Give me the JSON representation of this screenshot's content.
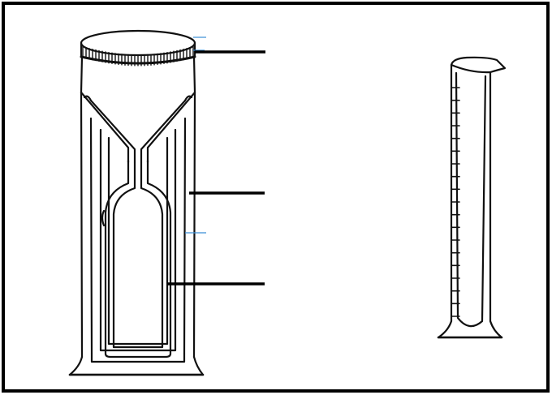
{
  "diagram": {
    "colors": {
      "ink": "#111111",
      "frame": "#000000",
      "leader": "#000000",
      "annotation_tint": "#3a8fd6",
      "background": "#ffffff"
    },
    "apparatus": [
      {
        "id": "rain-gauge",
        "parts": [
          "funnel-rim",
          "funnel",
          "collecting-bottle",
          "outer-container"
        ]
      },
      {
        "id": "measuring-cylinder",
        "parts": [
          "graduations",
          "spout",
          "base"
        ]
      }
    ],
    "graduation_count": 19,
    "callouts": [
      {
        "id": "rim",
        "label": ""
      },
      {
        "id": "container",
        "label": ""
      },
      {
        "id": "bottle",
        "label": ""
      }
    ]
  }
}
